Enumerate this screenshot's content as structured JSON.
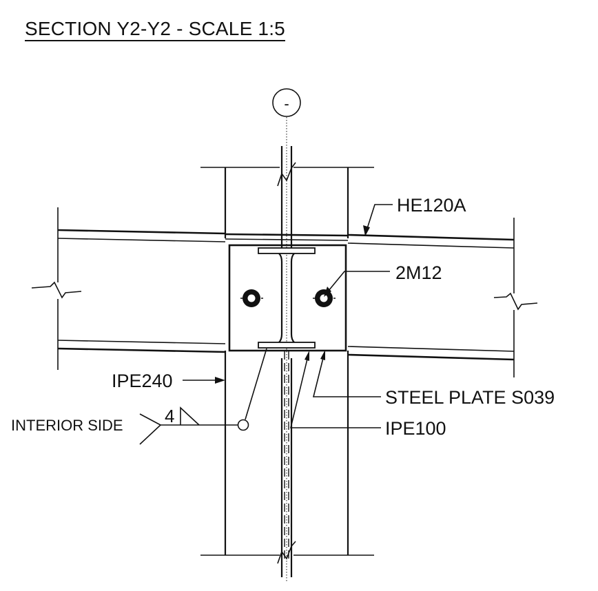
{
  "title": "SECTION Y2-Y2 - SCALE 1:5",
  "gridline_tag": "-",
  "labels": {
    "he120a": "HE120A",
    "bolts": "2M12",
    "ipe240": "IPE240",
    "steel_plate": "STEEL PLATE S039",
    "interior_side": "INTERIOR SIDE",
    "weld_size": "4",
    "ipe100": "IPE100"
  }
}
